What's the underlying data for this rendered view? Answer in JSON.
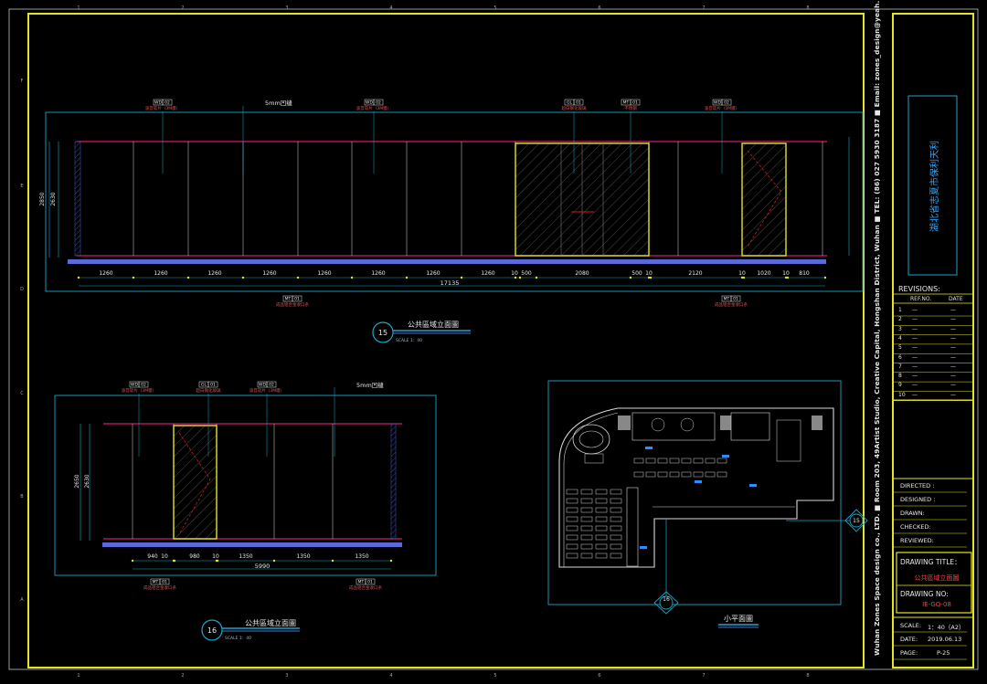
{
  "column_markers": [
    "1",
    "2",
    "3",
    "4",
    "5",
    "6",
    "7",
    "8"
  ],
  "row_markers": [
    "F",
    "E",
    "D",
    "C",
    "B",
    "A"
  ],
  "elevation_15": {
    "tags": [
      {
        "code": "WD",
        "num": "02",
        "desc": "波音软片（3M膜）"
      },
      {
        "code": "WD",
        "num": "02",
        "desc": "波音软片（3M膜）"
      },
      {
        "code": "GL",
        "num": "01",
        "desc": "超白钢化玻璃"
      },
      {
        "code": "MT",
        "num": "01",
        "desc": "不锈钢"
      },
      {
        "code": "WD",
        "num": "02",
        "desc": "波音软片（3M膜）"
      }
    ],
    "callout_groove": "5mm凹缝",
    "bottom_tags": [
      {
        "code": "MT",
        "num": "01",
        "desc": "成品铝合金收口条"
      },
      {
        "code": "MT",
        "num": "01",
        "desc": "成品铝合金收口条"
      }
    ],
    "dims": [
      "1260",
      "1260",
      "1260",
      "1260",
      "1260",
      "1260",
      "1260",
      "1260",
      "10",
      "500",
      "2080",
      "500",
      "10",
      "2120",
      "10",
      "1020",
      "10",
      "810"
    ],
    "total": "17135",
    "height_outer": "2850",
    "height_inner": "2630",
    "number": "15",
    "title": "公共區域立面圖",
    "scale": "SCALE    1：40"
  },
  "elevation_16": {
    "tags": [
      {
        "code": "WD",
        "num": "02",
        "desc": "波音软片（3M膜）"
      },
      {
        "code": "GL",
        "num": "01",
        "desc": "超白钢化玻璃"
      },
      {
        "code": "WD",
        "num": "02",
        "desc": "波音软片（3M膜）"
      }
    ],
    "callout_groove": "5mm凹缝",
    "bottom_tags": [
      {
        "code": "MT",
        "num": "01",
        "desc": "成品铝合金收口条"
      },
      {
        "code": "MT",
        "num": "01",
        "desc": "成品铝合金收口条"
      }
    ],
    "dims": [
      "940",
      "10",
      "980",
      "10",
      "1350",
      "1350",
      "1350"
    ],
    "total": "5990",
    "height_outer": "2650",
    "height_inner": "2630",
    "number": "16",
    "title": "公共區域立面圖",
    "scale": "SCALE    1：40"
  },
  "key_plan": {
    "title": "小平面圖",
    "marker_15": "15",
    "marker_16": "16"
  },
  "title_block": {
    "company_line": "Wuhan Zones Space design co., LTD.   ■  Room 203, 49Artist Studio, Creative Capital, Hongshan District, Wuhan   ■  TEL:  (86) 027 5930 3187   ■  Email:  zones_design@yeah.net   ■  Web:  zonesdesign.cn",
    "project_name": "湖北省志夏市保利天利",
    "revisions_title": "REVISIONS:",
    "rev_header_no": "REF.NO.",
    "rev_header_date": "DATE",
    "rev_rows": [
      "1",
      "2",
      "3",
      "4",
      "5",
      "6",
      "7",
      "8",
      "9",
      "10"
    ],
    "rev_placeholder": "—",
    "directed": "DIRECTED :",
    "designed": "DESIGNED :",
    "drawn": "DRAWN:",
    "checked": "CHECKED:",
    "reviewed": "REVIEWED:",
    "drawing_title_label": "DRAWING TITLE：",
    "drawing_title": "公共區域立面圖",
    "drawing_no_label": "DRAWING NO:",
    "drawing_no": "IE-GQ-08",
    "scale_label": "SCALE:",
    "scale_value": "1：40（A2）",
    "date_label": "DATE:",
    "date_value": "2019.06.13",
    "page_label": "PAGE:",
    "page_value": "P-25"
  },
  "colors": {
    "frame": "#e4e420",
    "cyan": "#1aa6c8",
    "magenta": "#d01a6c",
    "blue_band": "#5a6ad8",
    "white_text": "#e8e8e8",
    "red": "#ff3030"
  }
}
